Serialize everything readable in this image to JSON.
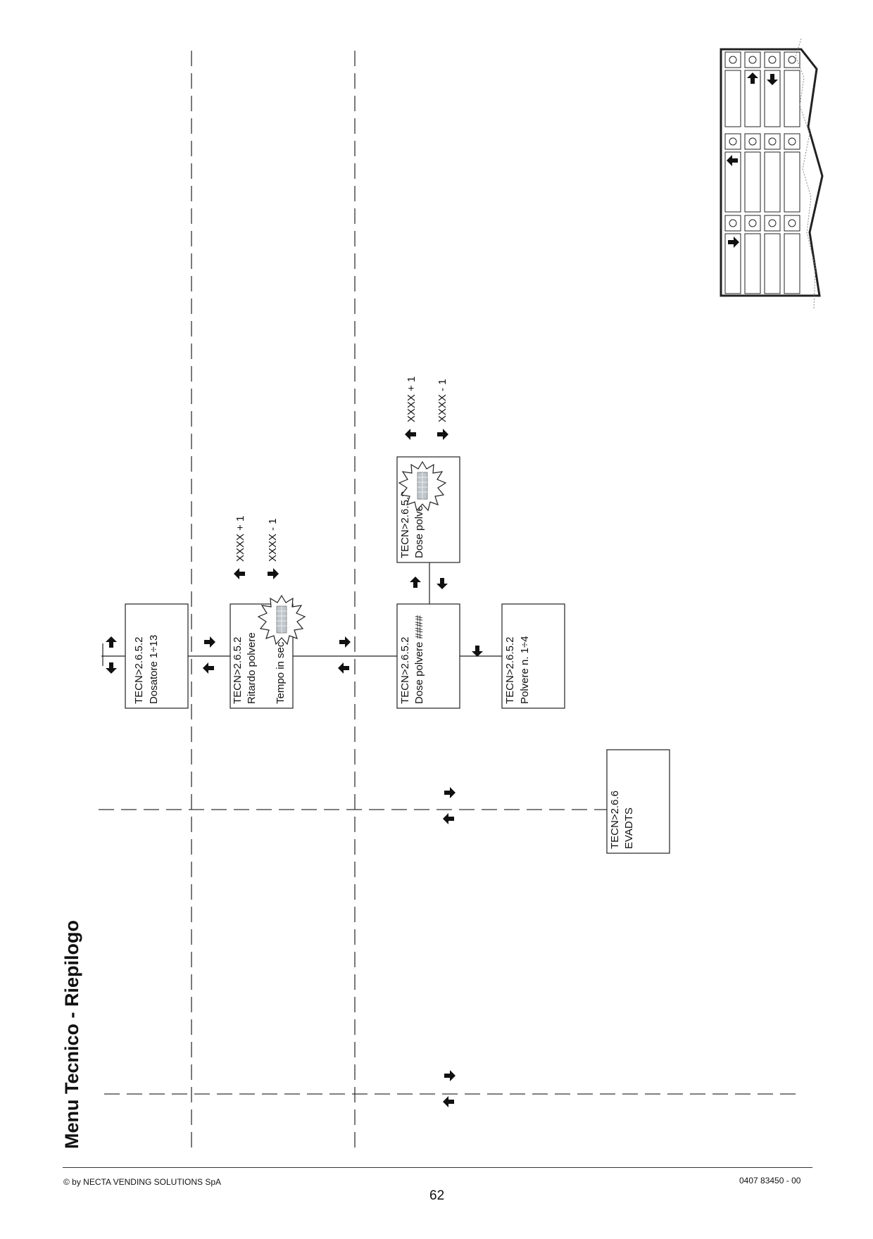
{
  "title": "Menu  Tecnico - Riepilogo",
  "boxes": {
    "dosatore": {
      "line1": "TECN>2.6.5.2",
      "line2": "Dosatore 1÷13"
    },
    "ritardo": {
      "line1": "TECN>2.6.5.2",
      "line2": "Ritardo polvere",
      "line3": "Tempo in sec"
    },
    "dose": {
      "line1": "TECN>2.6.5.2",
      "line2": "Dose polvere ####"
    },
    "dose_edit": {
      "line1": "TECN>2.6.5.2",
      "line2": "Dose polvere"
    },
    "polvere": {
      "line1": "TECN>2.6.5.2",
      "line2": "Polvere  n. 1÷4"
    },
    "evadts": {
      "line1": "TECN>2.6.6",
      "line2": "EVADTS"
    }
  },
  "adjust": {
    "ritardo_plus": "XXXX + 1",
    "ritardo_minus": "XXXX - 1",
    "dose_plus": "XXXX + 1",
    "dose_minus": "XXXX - 1"
  },
  "footer": {
    "copyright": "© by NECTA VENDING SOLUTIONS SpA",
    "doc_code": "0407 83450 - 00",
    "page": "62"
  }
}
